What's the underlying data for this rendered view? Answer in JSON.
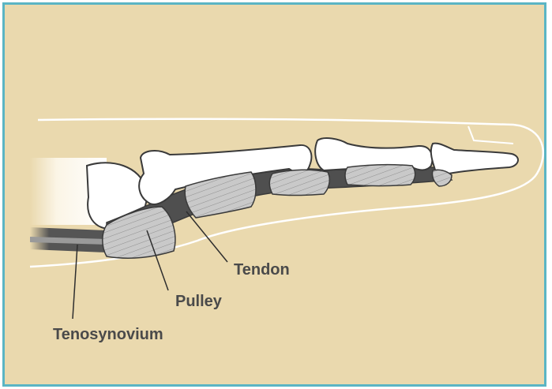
{
  "labels": {
    "tendon": "Tendon",
    "pulley": "Pulley",
    "tenosynovium": "Tenosynovium"
  },
  "colors": {
    "background": "#ead9ae",
    "border": "#5bb5c4",
    "bone": "#ffffff",
    "pulley": "#c9c9c9",
    "tendon": "#4f4f4f",
    "outline": "#3a3a3a",
    "label": "#4a4a4a"
  }
}
